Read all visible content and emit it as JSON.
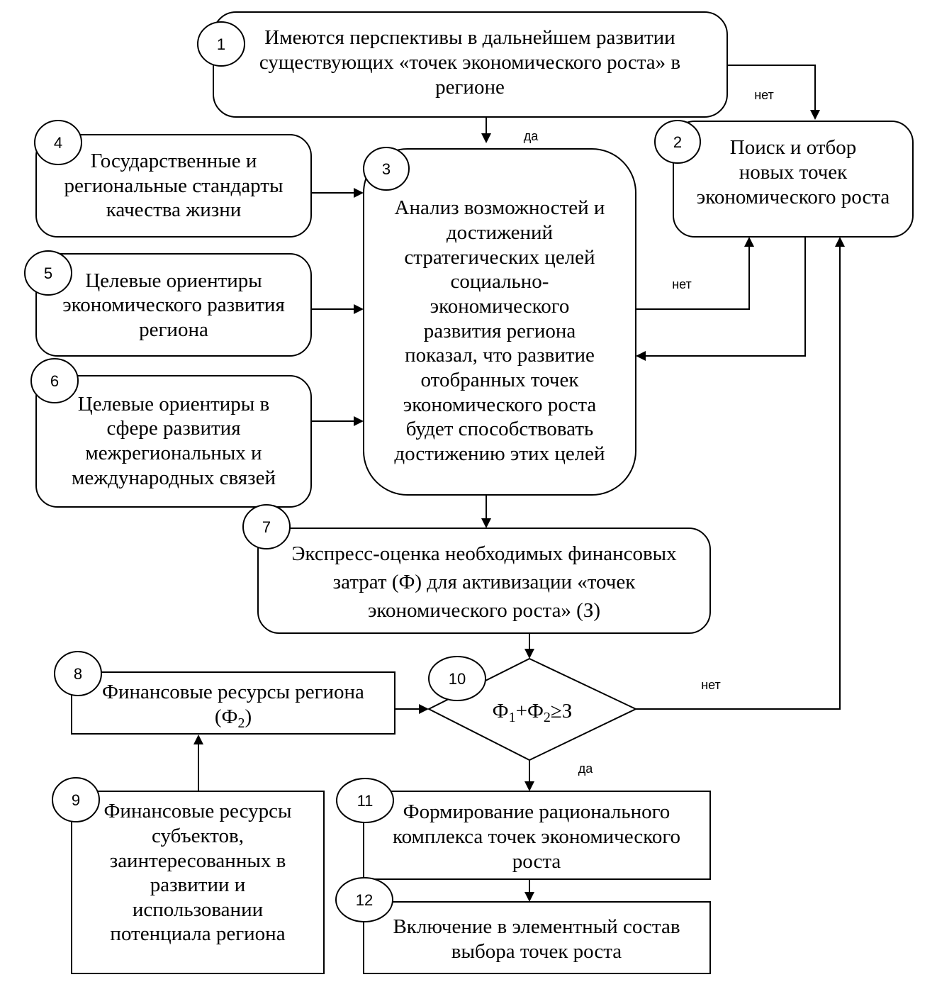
{
  "nodes": {
    "n1": {
      "number": "1",
      "lines": [
        "Имеются перспективы в дальнейшем развитии",
        "существующих «точек экономического роста» в",
        "регионе"
      ]
    },
    "n2": {
      "number": "2",
      "lines": [
        "Поиск и отбор",
        "новых точек",
        "экономического роста"
      ]
    },
    "n3": {
      "number": "3",
      "lines": [
        "Анализ возможностей и",
        "достижений",
        "стратегических целей",
        "социально-",
        "экономического",
        "развития региона",
        "показал, что развитие",
        "отобранных точек",
        "экономического роста",
        "будет способствовать",
        "достижению этих целей"
      ]
    },
    "n4": {
      "number": "4",
      "lines": [
        "Государственные и",
        "региональные стандарты",
        "качества жизни"
      ]
    },
    "n5": {
      "number": "5",
      "lines": [
        "Целевые ориентиры",
        "экономического развития",
        "региона"
      ]
    },
    "n6": {
      "number": "6",
      "lines": [
        "Целевые ориентиры в",
        "сфере развития",
        "межрегиональных и",
        "международных связей"
      ]
    },
    "n7": {
      "number": "7",
      "lines": [
        "Экспресс-оценка необходимых финансовых",
        "затрат (Ф) для активизации «точек",
        "экономического роста» (З)"
      ]
    },
    "n8": {
      "number": "8",
      "line1": "Финансовые ресурсы региона",
      "line2_open": "(Ф",
      "line2_sub": "2",
      "line2_close": ")"
    },
    "n9": {
      "number": "9",
      "lines": [
        "Финансовые ресурсы",
        "субъектов,",
        "заинтересованных в",
        "развитии и",
        "использовании",
        "потенциала региона"
      ]
    },
    "n10": {
      "number": "10",
      "f1": "Ф",
      "f1_sub": "1",
      "plus": "+Ф",
      "f2_sub": "2",
      "rel": "≥З"
    },
    "n11": {
      "number": "11",
      "lines": [
        "Формирование рационального",
        "комплекса точек экономического",
        "роста"
      ]
    },
    "n12": {
      "number": "12",
      "lines": [
        "Включение в элементный состав",
        "выбора точек роста"
      ]
    }
  },
  "labels": {
    "yes_1_3": "да",
    "no_1_2": "нет",
    "no_3_2": "нет",
    "no_10_2": "нет",
    "yes_10_11": "да"
  }
}
